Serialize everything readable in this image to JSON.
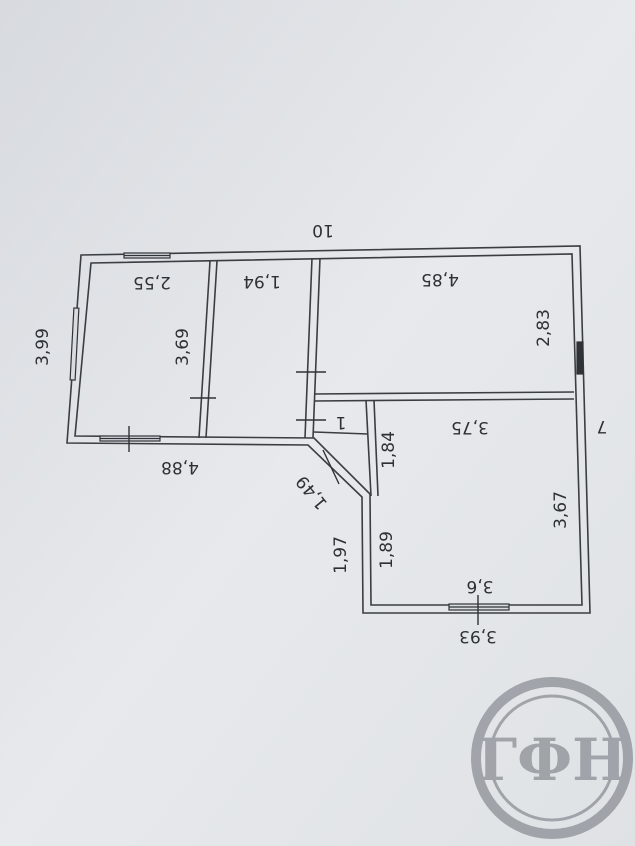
{
  "plan": {
    "labels": {
      "total_length": "10",
      "room1_width": "2,55",
      "room2_width": "1,94",
      "room3_width": "4,85",
      "left_height": "3,99",
      "room1_height": "3,69",
      "room3_height": "2,83",
      "bottom_left_length": "4,88",
      "small_room": "1",
      "room4_top": "1,84",
      "room4_width": "3,75",
      "right_side": "7",
      "diagonal": "1,49",
      "room4_height": "3,67",
      "outer_left": "1,97",
      "inner_left": "1,89",
      "room4_bottom": "3,6",
      "outer_bottom": "3,93"
    }
  },
  "stamp": {
    "text": "ГФН",
    "color": "#6c7078"
  },
  "colors": {
    "paper": "#e4e7ea",
    "line": "#3a3d42"
  }
}
